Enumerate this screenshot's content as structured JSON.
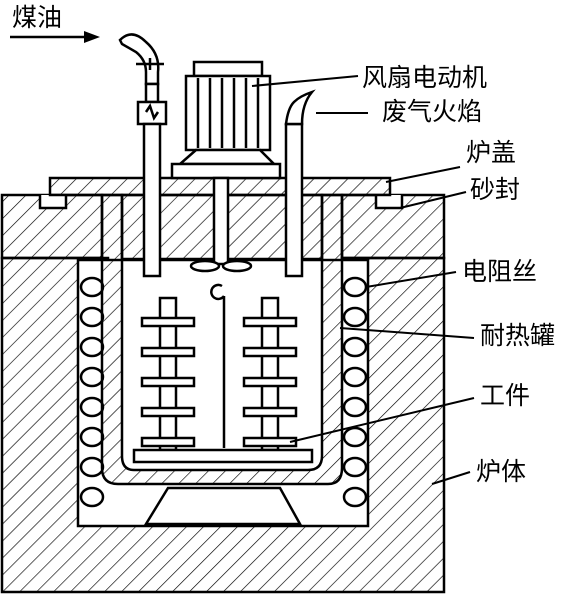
{
  "labels": {
    "kerosene": "煤油",
    "fan_motor": "风扇电动机",
    "exhaust_flame": "废气火焰",
    "furnace_lid": "炉盖",
    "sand_seal": "砂封",
    "heating_wire": "电阻丝",
    "retort": "耐热罐",
    "workpiece": "工件",
    "furnace_body": "炉体"
  },
  "colors": {
    "line": "#000000",
    "background": "#ffffff"
  }
}
